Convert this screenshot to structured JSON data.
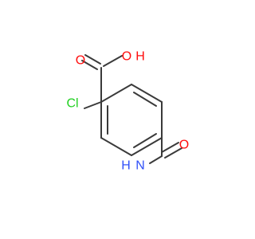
{
  "structure": {
    "atoms": {
      "oxygen_hydroxyl": {
        "label": "O",
        "color": "#ff0d0d"
      },
      "hydrogen_hydroxyl": {
        "label": "H",
        "color": "#ff0d0d"
      },
      "oxygen_carbonyl_acid": {
        "label": "O",
        "color": "#ff0d0d"
      },
      "chlorine": {
        "label": "Cl",
        "color": "#1fd01f"
      },
      "oxygen_carbonyl_amide": {
        "label": "O",
        "color": "#ff0d0d"
      },
      "hydrogen_amide": {
        "label": "H",
        "color": "#3050f8"
      },
      "nitrogen_amide": {
        "label": "N",
        "color": "#3050f8"
      }
    }
  }
}
